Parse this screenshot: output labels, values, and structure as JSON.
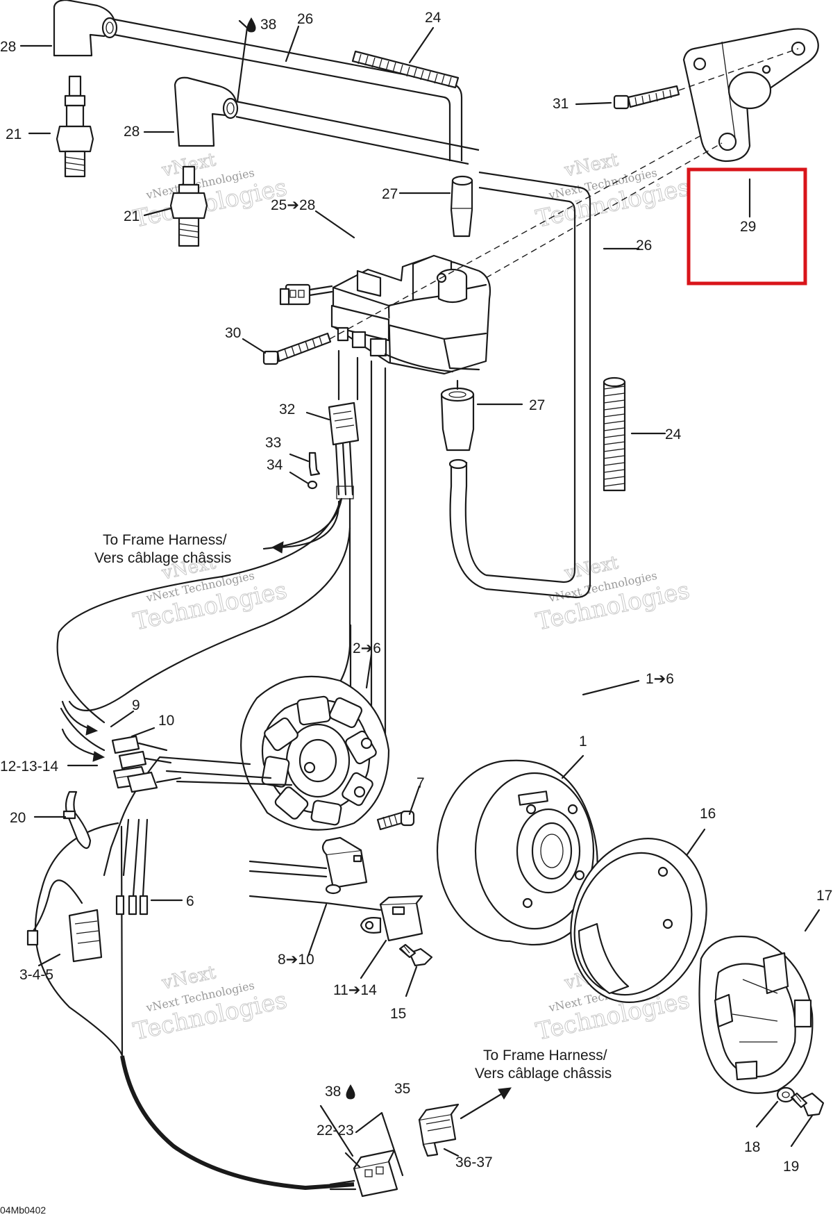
{
  "callouts": {
    "c1": "1",
    "c1to6": "1➔6",
    "c2to6": "2➔6",
    "c3to5": "3-4-5",
    "c6": "6",
    "c7": "7",
    "c8to10": "8➔10",
    "c9": "9",
    "c10": "10",
    "c11to14": "11➔14",
    "c12to14": "12-13-14",
    "c15": "15",
    "c16": "16",
    "c17": "17",
    "c18": "18",
    "c19": "19",
    "c20": "20",
    "c21a": "21",
    "c21b": "21",
    "c22to23": "22-23",
    "c24a": "24",
    "c24b": "24",
    "c25to28": "25➔28",
    "c26a": "26",
    "c26b": "26",
    "c27a": "27",
    "c27b": "27",
    "c28a": "28",
    "c28b": "28",
    "c29": "29",
    "c30": "30",
    "c31": "31",
    "c32": "32",
    "c33": "33",
    "c34": "34",
    "c35": "35",
    "c36to37": "36-37",
    "c38a": "38",
    "c38b": "38"
  },
  "notes": {
    "frame_harness_1_line1": "To Frame Harness/",
    "frame_harness_1_line2": "Vers câblage châssis",
    "frame_harness_2_line1": "To Frame Harness/",
    "frame_harness_2_line2": "Vers câblage châssis"
  },
  "drawing_code": "04Mb0402",
  "watermark": {
    "line1": "vNext",
    "line2": "vNext Technologies",
    "line3": "Technologies"
  },
  "colors": {
    "highlight": "#d9141a",
    "ink": "#1a1a1a"
  },
  "icons": {
    "sealant": "droplet-icon"
  }
}
